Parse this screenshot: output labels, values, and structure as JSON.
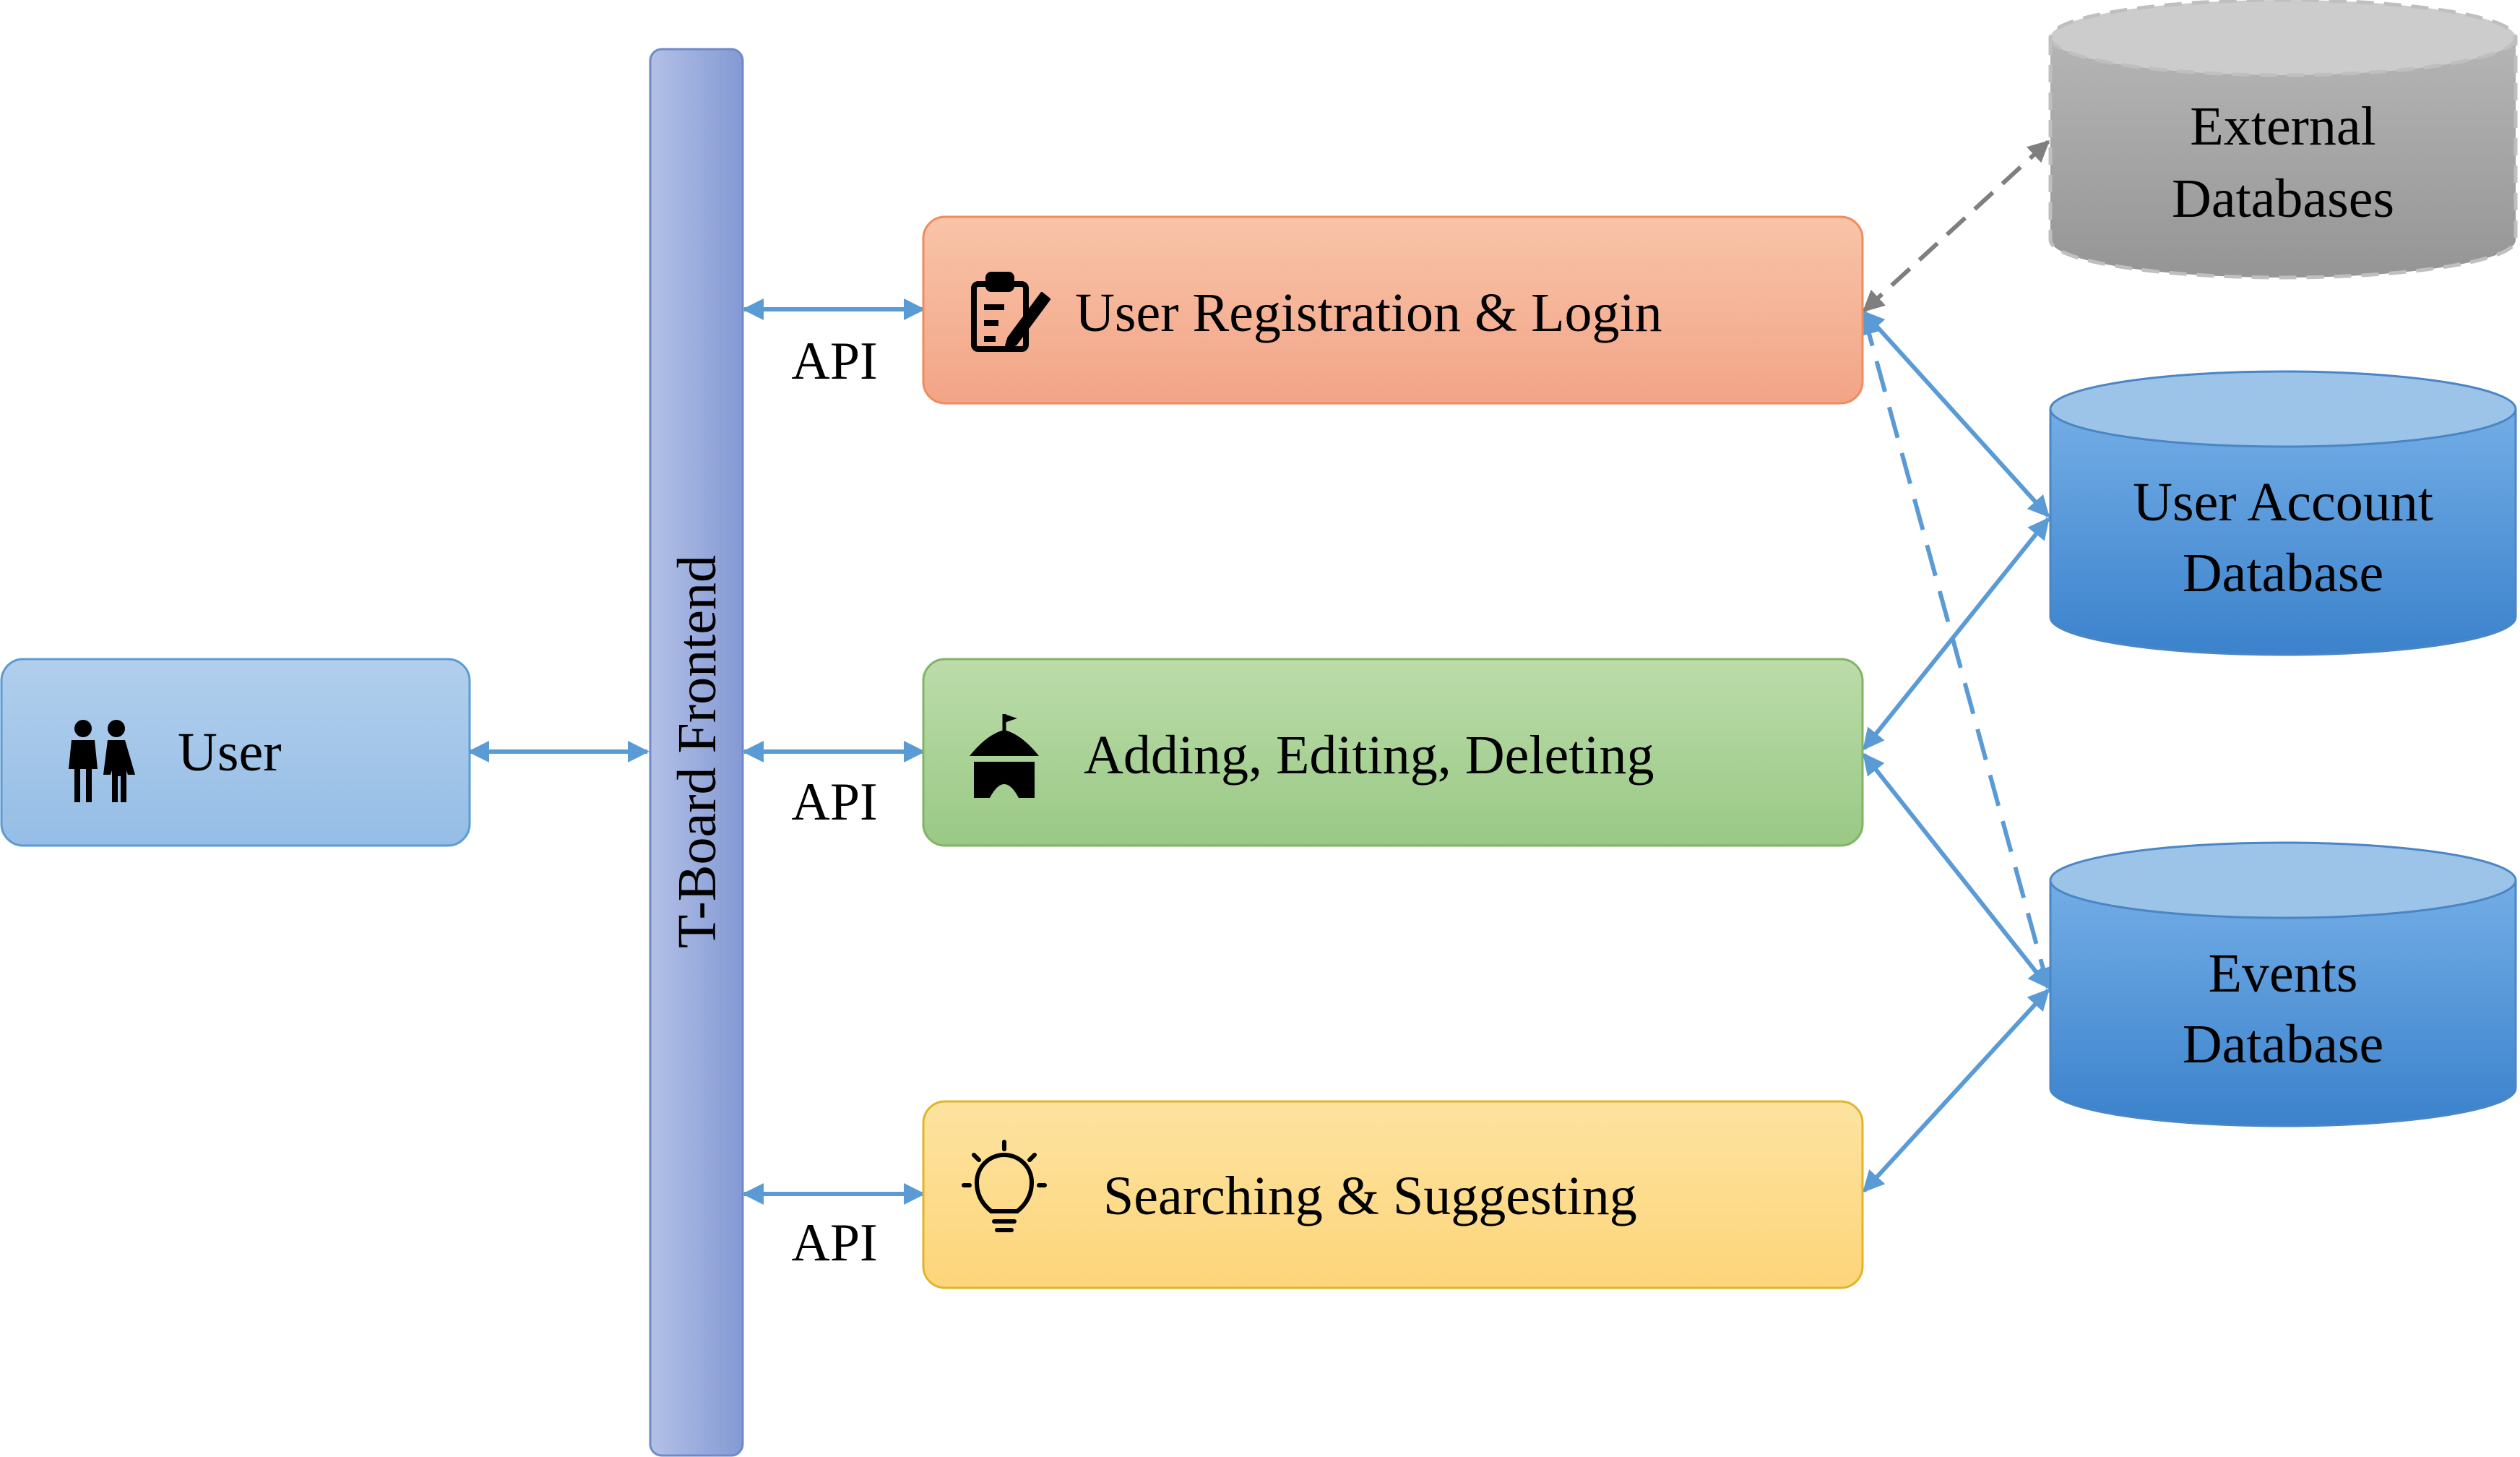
{
  "user": {
    "label": "User",
    "icon": "couple-icon"
  },
  "frontend": {
    "label": "T-Board Frontend"
  },
  "api_labels": [
    "API",
    "API",
    "API"
  ],
  "modules": [
    {
      "label": "User Registration & Login",
      "icon": "clipboard-edit-icon"
    },
    {
      "label": "Adding, Editing, Deleting",
      "icon": "circus-tent-icon"
    },
    {
      "label": "Searching & Suggesting",
      "icon": "lightbulb-icon"
    }
  ],
  "databases": {
    "external": {
      "line1": "External",
      "line2": "Databases"
    },
    "user_account": {
      "line1": "User Account",
      "line2": "Database"
    },
    "events": {
      "line1": "Events",
      "line2": "Database"
    }
  },
  "colors": {
    "arrow_blue": "#5b9bd5",
    "arrow_gray": "#7f7f7f",
    "user_box": "#9dc3e6",
    "frontend_bar": "#8ea9db",
    "registration": "#f4b183",
    "editing": "#a9d18e",
    "searching": "#ffd966",
    "db_blue": "#4a8fd4",
    "db_gray": "#a6a6a6"
  }
}
